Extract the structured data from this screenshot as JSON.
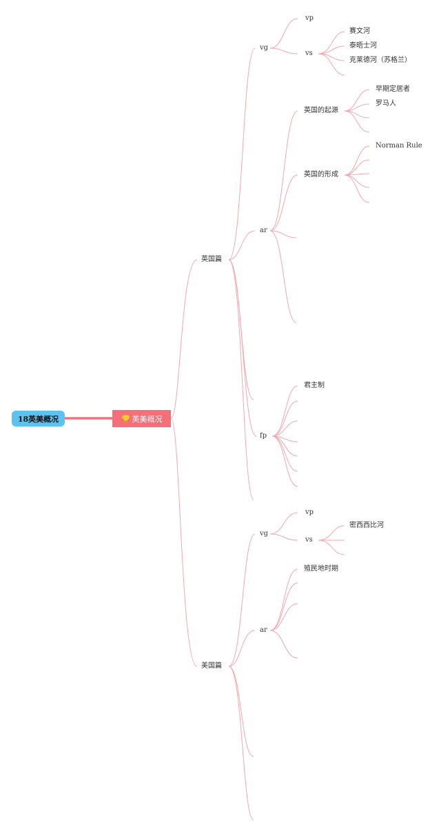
{
  "root": {
    "label": "18英美概况"
  },
  "main": {
    "label": "英美概况",
    "icon": "gem-icon"
  },
  "uk": {
    "label": "英国篇",
    "vg": {
      "label": "vg",
      "vp": "vp",
      "vs": "vs",
      "rivers": [
        "赛文河",
        "泰晤士河",
        "克莱德河（苏格兰）"
      ]
    },
    "ar": {
      "label": "ar",
      "origin": {
        "label": "英国的起源",
        "items": [
          "早期定居者",
          "罗马人"
        ]
      },
      "formation": {
        "label": "英国的形成",
        "items": [
          "Norman Rule"
        ]
      }
    },
    "fp": {
      "label": "fp",
      "items": [
        "君主制"
      ]
    }
  },
  "us": {
    "label": "美国篇",
    "vg": {
      "label": "vg",
      "vp": "vp",
      "vs": "vs",
      "rivers": [
        "密西西比河"
      ]
    },
    "ar": {
      "label": "ar",
      "items": [
        "殖民地时期"
      ]
    }
  },
  "colors": {
    "root": "#5bc3ee",
    "main": "#f56f79",
    "branch": "#f4a6ae"
  }
}
